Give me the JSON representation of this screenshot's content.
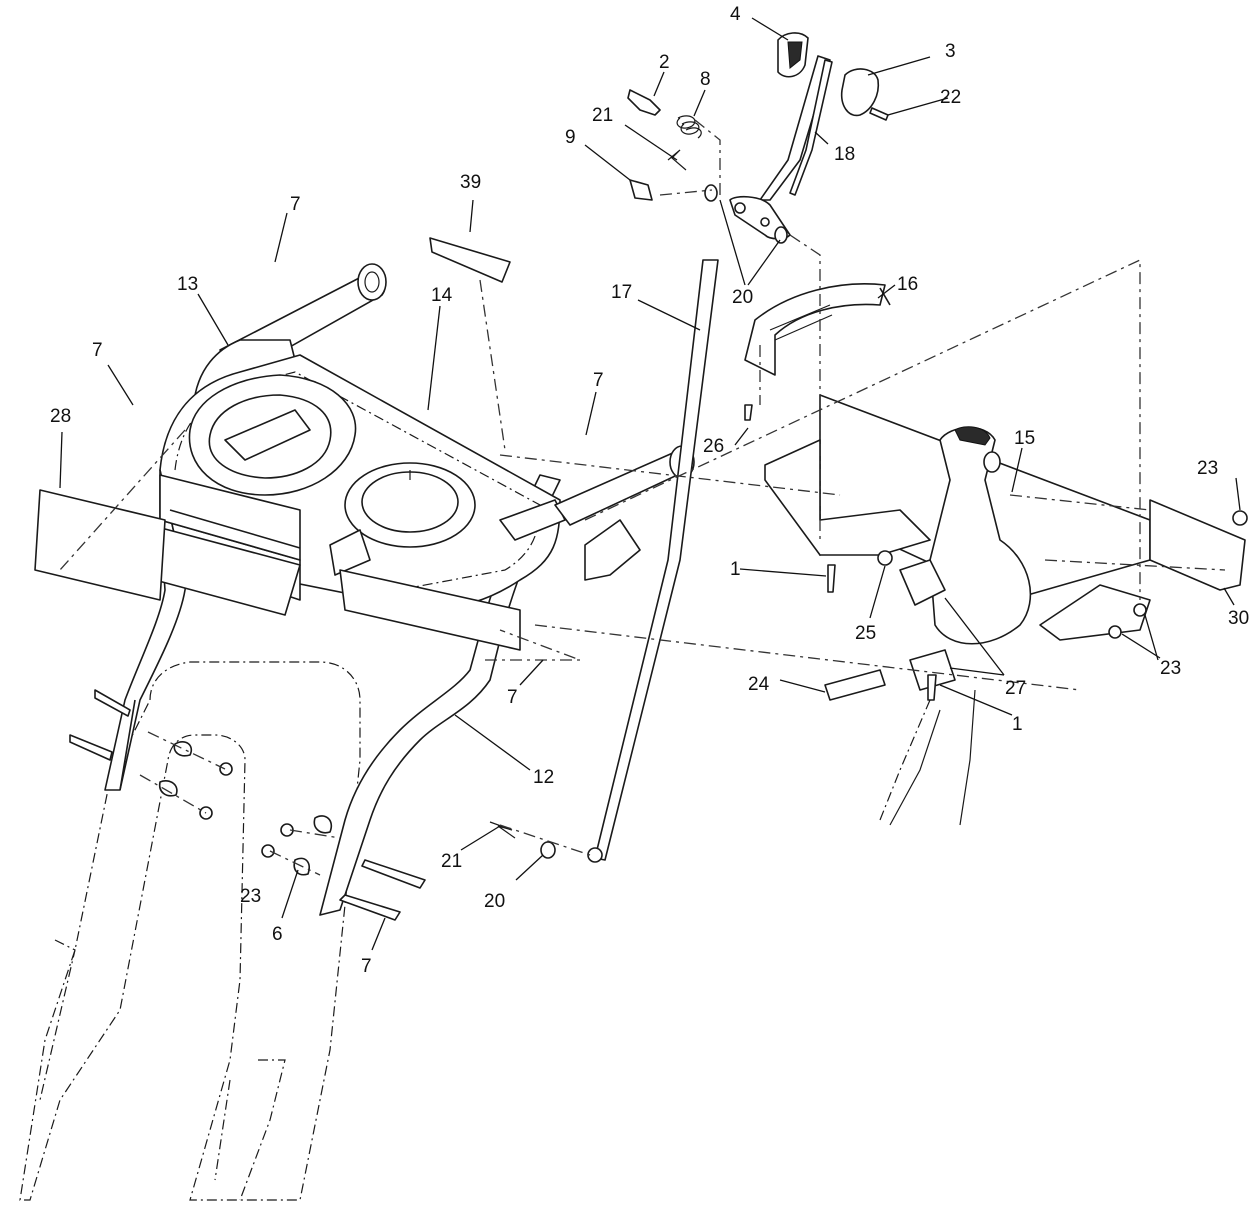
{
  "diagram": {
    "callouts": [
      {
        "id": "c1a",
        "label": "1"
      },
      {
        "id": "c1b",
        "label": "1"
      },
      {
        "id": "c2",
        "label": "2"
      },
      {
        "id": "c3",
        "label": "3"
      },
      {
        "id": "c4",
        "label": "4"
      },
      {
        "id": "c6",
        "label": "6"
      },
      {
        "id": "c7a",
        "label": "7"
      },
      {
        "id": "c7b",
        "label": "7"
      },
      {
        "id": "c7c",
        "label": "7"
      },
      {
        "id": "c7d",
        "label": "7"
      },
      {
        "id": "c7e",
        "label": "7"
      },
      {
        "id": "c8",
        "label": "8"
      },
      {
        "id": "c9",
        "label": "9"
      },
      {
        "id": "c12",
        "label": "12"
      },
      {
        "id": "c13",
        "label": "13"
      },
      {
        "id": "c14",
        "label": "14"
      },
      {
        "id": "c15",
        "label": "15"
      },
      {
        "id": "c16",
        "label": "16"
      },
      {
        "id": "c17",
        "label": "17"
      },
      {
        "id": "c18",
        "label": "18"
      },
      {
        "id": "c20a",
        "label": "20"
      },
      {
        "id": "c20b",
        "label": "20"
      },
      {
        "id": "c21a",
        "label": "21"
      },
      {
        "id": "c21b",
        "label": "21"
      },
      {
        "id": "c22",
        "label": "22"
      },
      {
        "id": "c23a",
        "label": "23"
      },
      {
        "id": "c23b",
        "label": "23"
      },
      {
        "id": "c23c",
        "label": "23"
      },
      {
        "id": "c24",
        "label": "24"
      },
      {
        "id": "c25",
        "label": "25"
      },
      {
        "id": "c26",
        "label": "26"
      },
      {
        "id": "c27",
        "label": "27"
      },
      {
        "id": "c28",
        "label": "28"
      },
      {
        "id": "c30",
        "label": "30"
      },
      {
        "id": "c39",
        "label": "39"
      }
    ]
  }
}
